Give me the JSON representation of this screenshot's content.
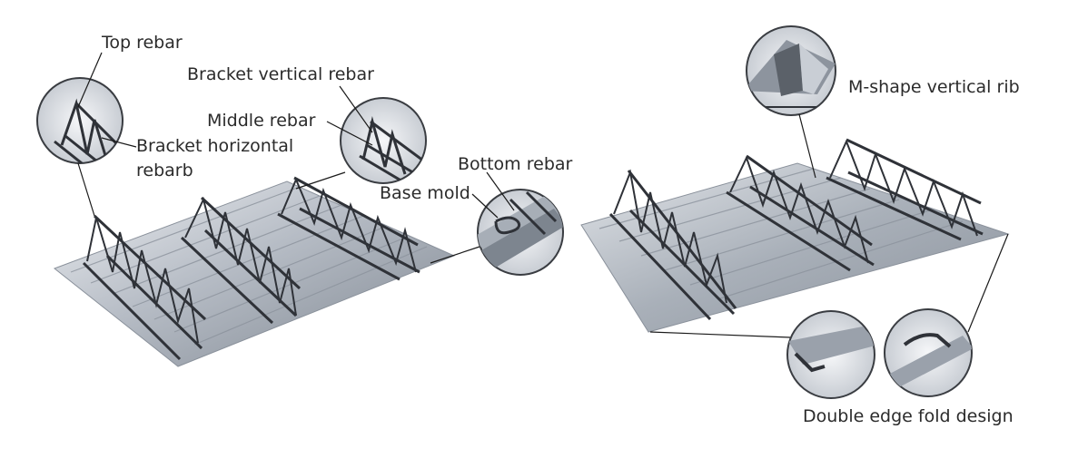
{
  "left_figure": {
    "labels": {
      "top_rebar": "Top rebar",
      "bracket_vertical_rebar": "Bracket vertical rebar",
      "middle_rebar": "Middle rebar",
      "bracket_horizontal_line1": "Bracket horizontal",
      "bracket_horizontal_line2": "rebarb",
      "bottom_rebar": "Bottom rebar",
      "base_mold": "Base mold"
    }
  },
  "right_figure": {
    "labels": {
      "m_shape_vertical_rib": "M-shape vertical rib",
      "double_edge_fold_design": "Double edge fold design"
    }
  },
  "colors": {
    "label_text": "#2b2b2b",
    "leader_line": "#1a1a1a",
    "steel_light": "#d9dde3",
    "steel_mid": "#9aa1ab",
    "steel_dark": "#2f3238"
  }
}
